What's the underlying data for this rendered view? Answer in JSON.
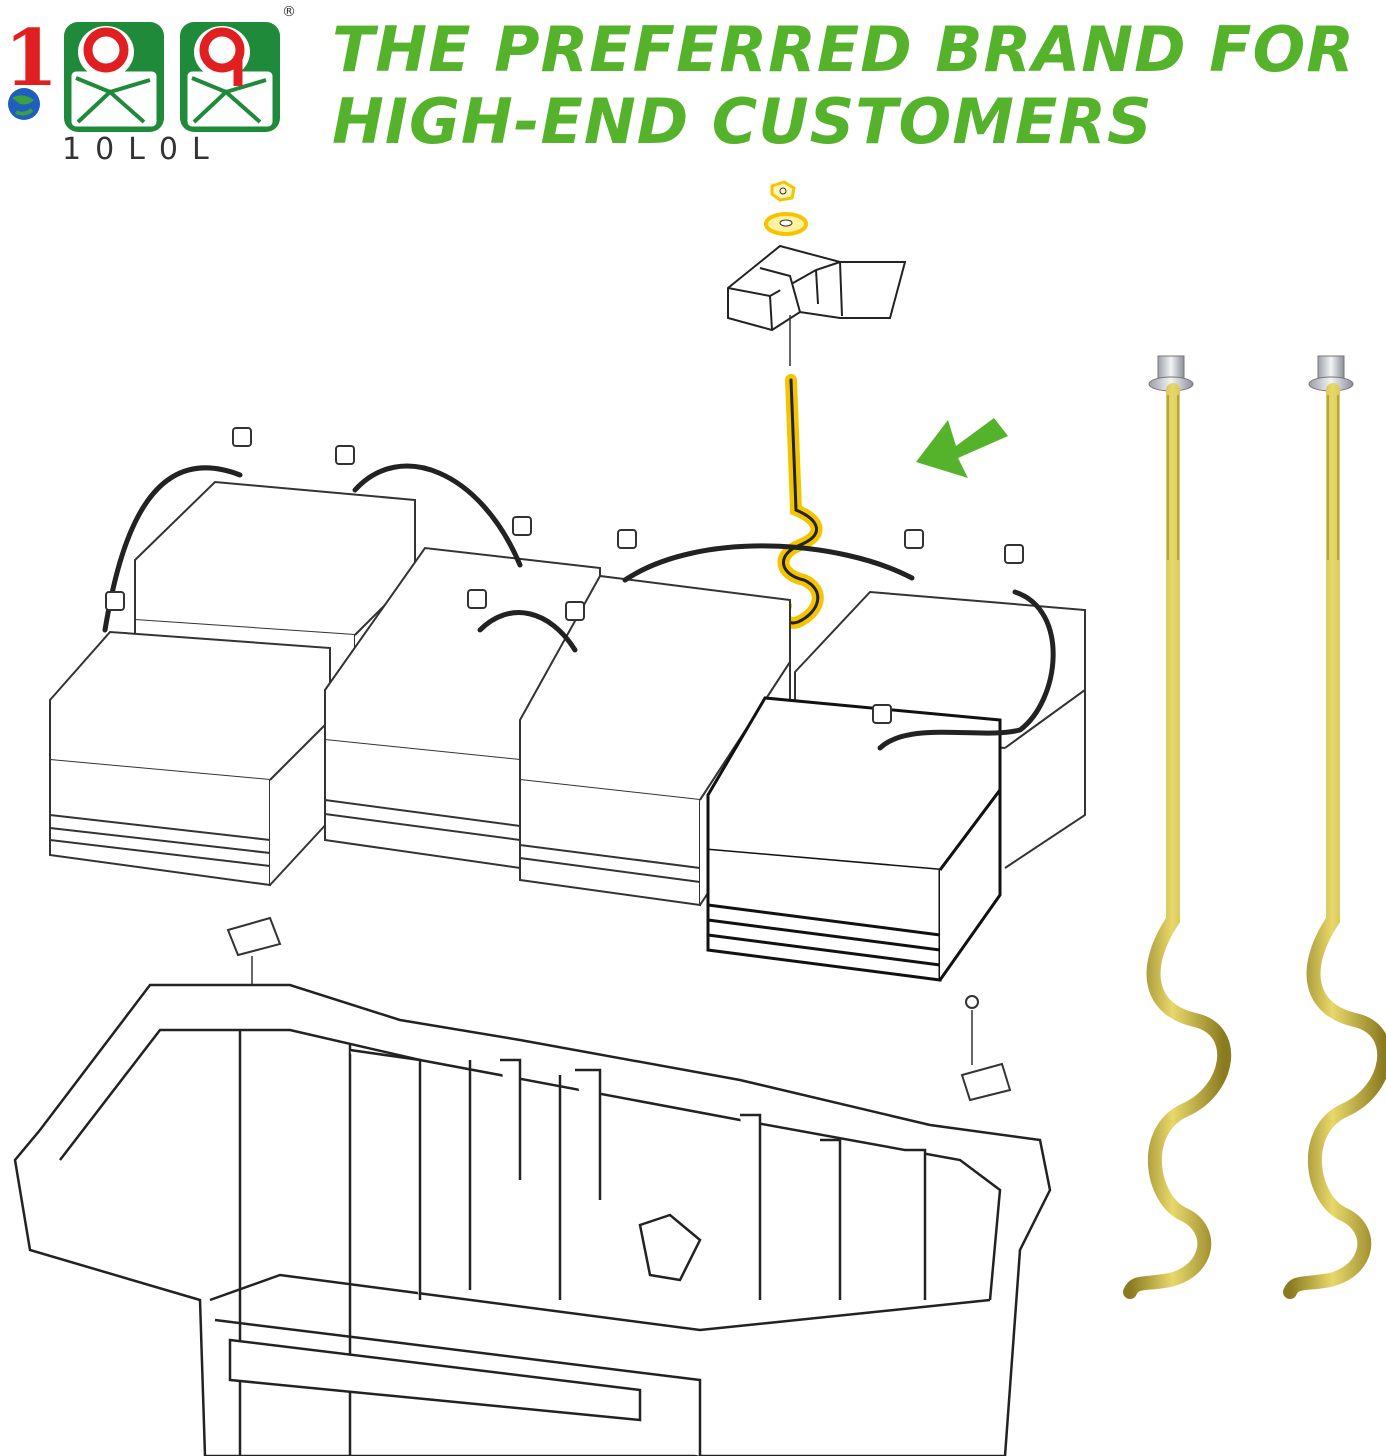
{
  "brand": {
    "logo_text": "10L0L",
    "registered_mark": "®",
    "colors": {
      "red": "#e02020",
      "green": "#1f8a3a",
      "blue": "#1f5fbf"
    }
  },
  "headline": {
    "line1": "THE PREFERRED BRAND FOR",
    "line2": "HIGH-END CUSTOMERS",
    "color": "#55b22b"
  },
  "diagram": {
    "highlight_color": "#f5c400",
    "arrow_color": "#55b22b",
    "rod_color": "#c9b23a",
    "icons": [
      "battery-icon",
      "hold-down-rod-icon",
      "battery-box-icon",
      "arrow-icon",
      "bracket-icon",
      "nut-icon",
      "washer-icon"
    ]
  }
}
